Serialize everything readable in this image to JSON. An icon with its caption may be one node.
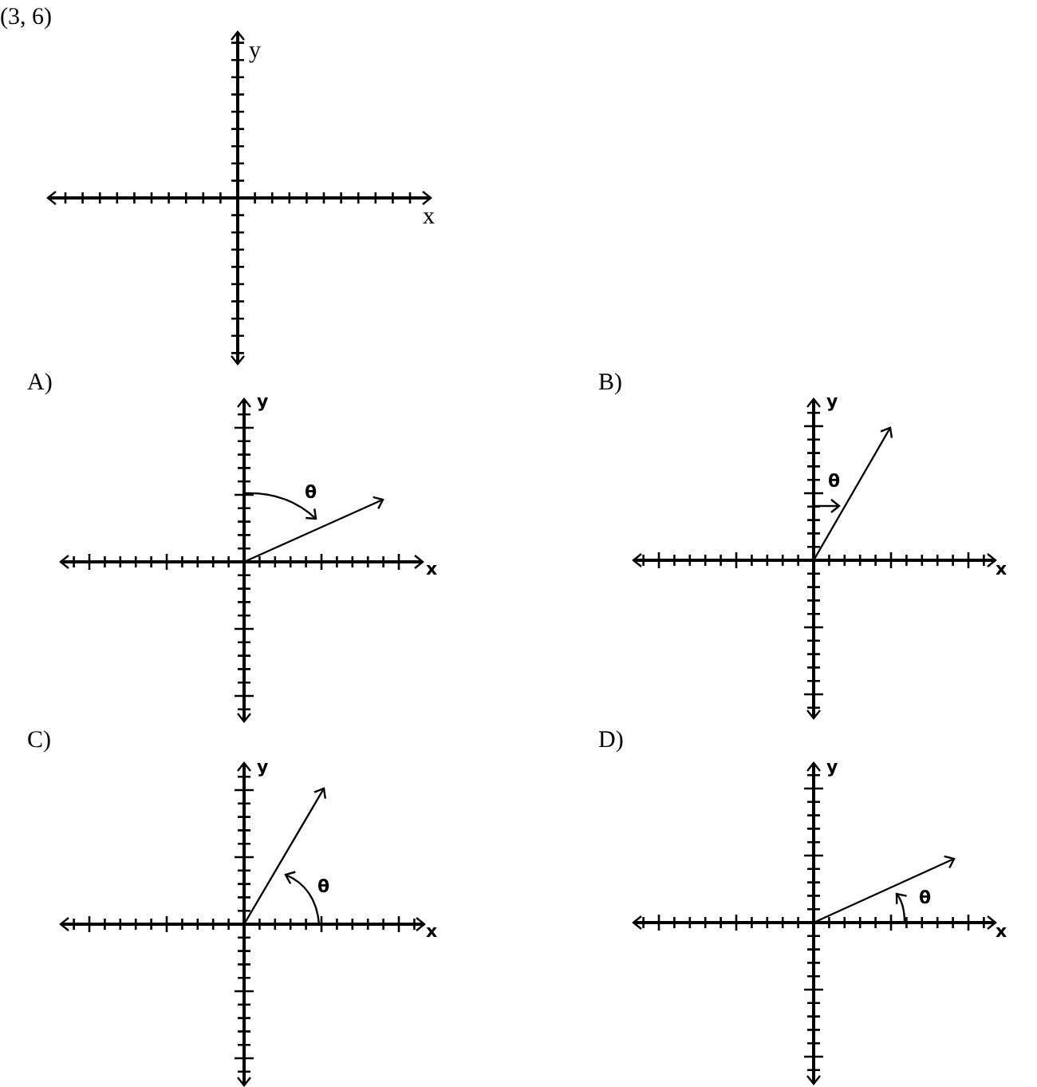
{
  "diagram": {
    "labels": [
      "(3, 6)",
      "y",
      "x",
      "A)",
      "y",
      "θ",
      "x",
      "B)",
      "y",
      "θ",
      "x",
      "C)",
      "y",
      "θ",
      "x",
      "D)",
      "y",
      "θ",
      "x"
    ]
  }
}
